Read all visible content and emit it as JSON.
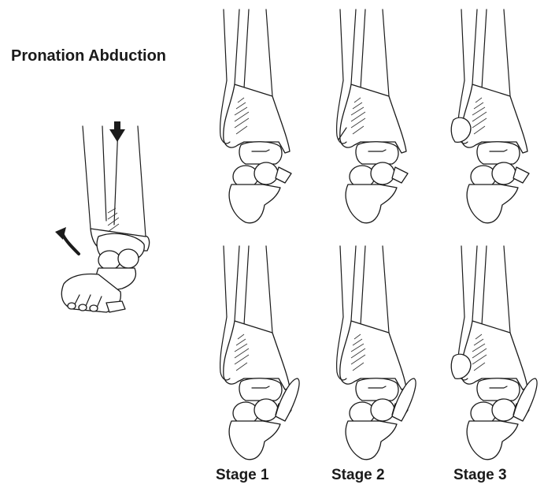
{
  "figure": {
    "title": "Pronation Abduction",
    "stages": [
      {
        "label": "Stage 1"
      },
      {
        "label": "Stage 2"
      },
      {
        "label": "Stage 3"
      }
    ],
    "ink_color": "#1b1b1b"
  }
}
